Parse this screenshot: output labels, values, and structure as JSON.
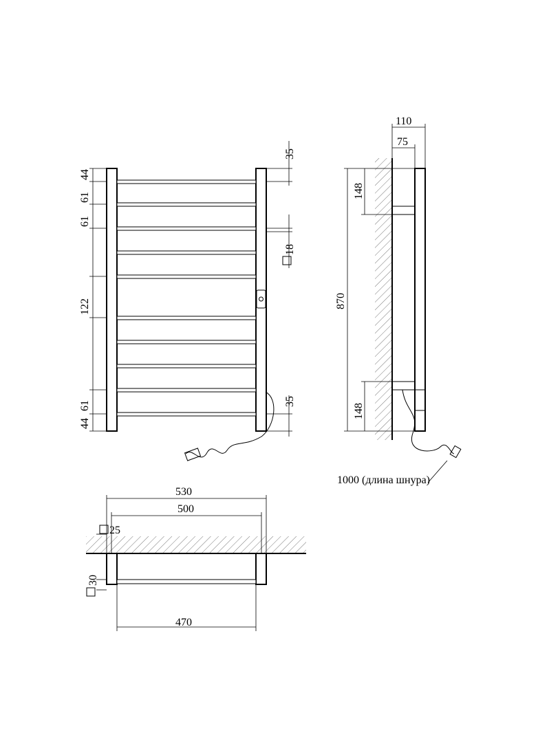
{
  "front_view": {
    "dims_left": [
      "44",
      "61",
      "61",
      "122",
      "61",
      "44"
    ],
    "dims_right": [
      "35",
      "35"
    ],
    "tube_size": "18",
    "tube_square_symbol": "□"
  },
  "side_view": {
    "width_total": "110",
    "width_inner": "75",
    "height_total": "870",
    "bracket_top": "148",
    "bracket_bottom": "148",
    "cord_label": "1000 (длина шнура)"
  },
  "top_view": {
    "width_outer": "530",
    "width_mount": "500",
    "width_inner": "470",
    "post_size": "25",
    "riser_size": "30"
  }
}
